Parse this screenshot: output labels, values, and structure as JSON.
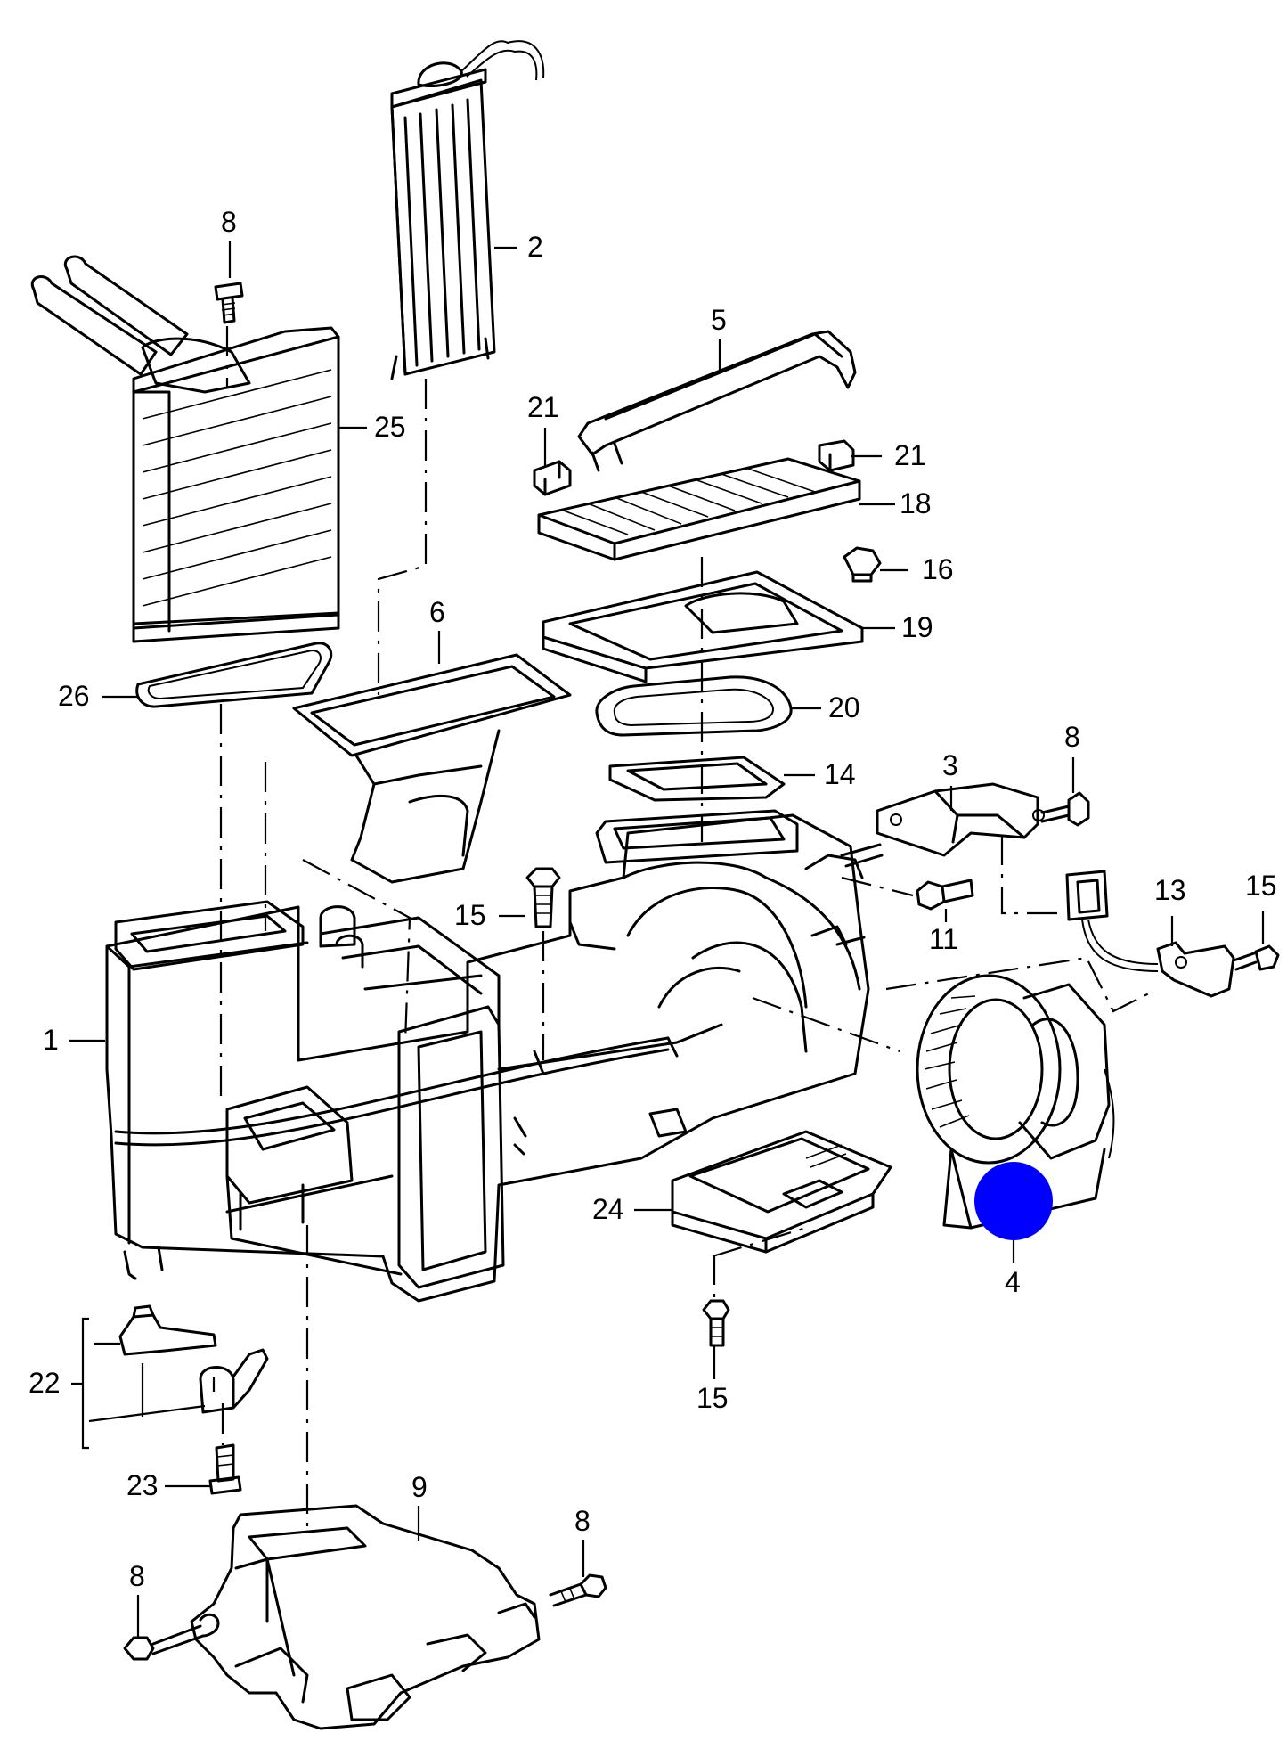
{
  "marker": {
    "color": "#0000ff"
  },
  "callouts": [
    {
      "id": "c2",
      "text": "2"
    },
    {
      "id": "c8a",
      "text": "8"
    },
    {
      "id": "c25",
      "text": "25"
    },
    {
      "id": "c5",
      "text": "5"
    },
    {
      "id": "c21a",
      "text": "21"
    },
    {
      "id": "c21b",
      "text": "21"
    },
    {
      "id": "c18",
      "text": "18"
    },
    {
      "id": "c16",
      "text": "16"
    },
    {
      "id": "c19",
      "text": "19"
    },
    {
      "id": "c6",
      "text": "6"
    },
    {
      "id": "c26",
      "text": "26"
    },
    {
      "id": "c20",
      "text": "20"
    },
    {
      "id": "c14",
      "text": "14"
    },
    {
      "id": "c3",
      "text": "3"
    },
    {
      "id": "c8b",
      "text": "8"
    },
    {
      "id": "c15a",
      "text": "15"
    },
    {
      "id": "c13",
      "text": "13"
    },
    {
      "id": "c15b",
      "text": "15"
    },
    {
      "id": "c11",
      "text": "11"
    },
    {
      "id": "c1",
      "text": "1"
    },
    {
      "id": "c24",
      "text": "24"
    },
    {
      "id": "c4",
      "text": "4"
    },
    {
      "id": "c15c",
      "text": "15"
    },
    {
      "id": "c22",
      "text": "22"
    },
    {
      "id": "c23",
      "text": "23"
    },
    {
      "id": "c9",
      "text": "9"
    },
    {
      "id": "c8c",
      "text": "8"
    },
    {
      "id": "c8d",
      "text": "8"
    }
  ]
}
